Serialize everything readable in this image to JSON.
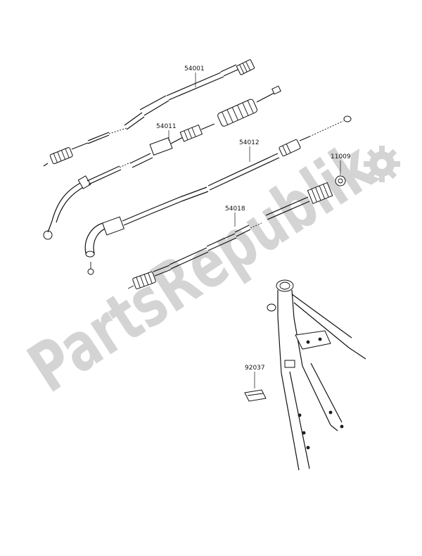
{
  "watermark": {
    "text": "PartsRepublik",
    "color": "#d4d4d4"
  },
  "parts": [
    {
      "id": "54001"
    },
    {
      "id": "54011"
    },
    {
      "id": "54012"
    },
    {
      "id": "11009"
    },
    {
      "id": "54018"
    },
    {
      "id": "92037"
    }
  ],
  "colors": {
    "line": "#111111",
    "background": "#ffffff"
  },
  "icons": [
    "gear-icon"
  ]
}
